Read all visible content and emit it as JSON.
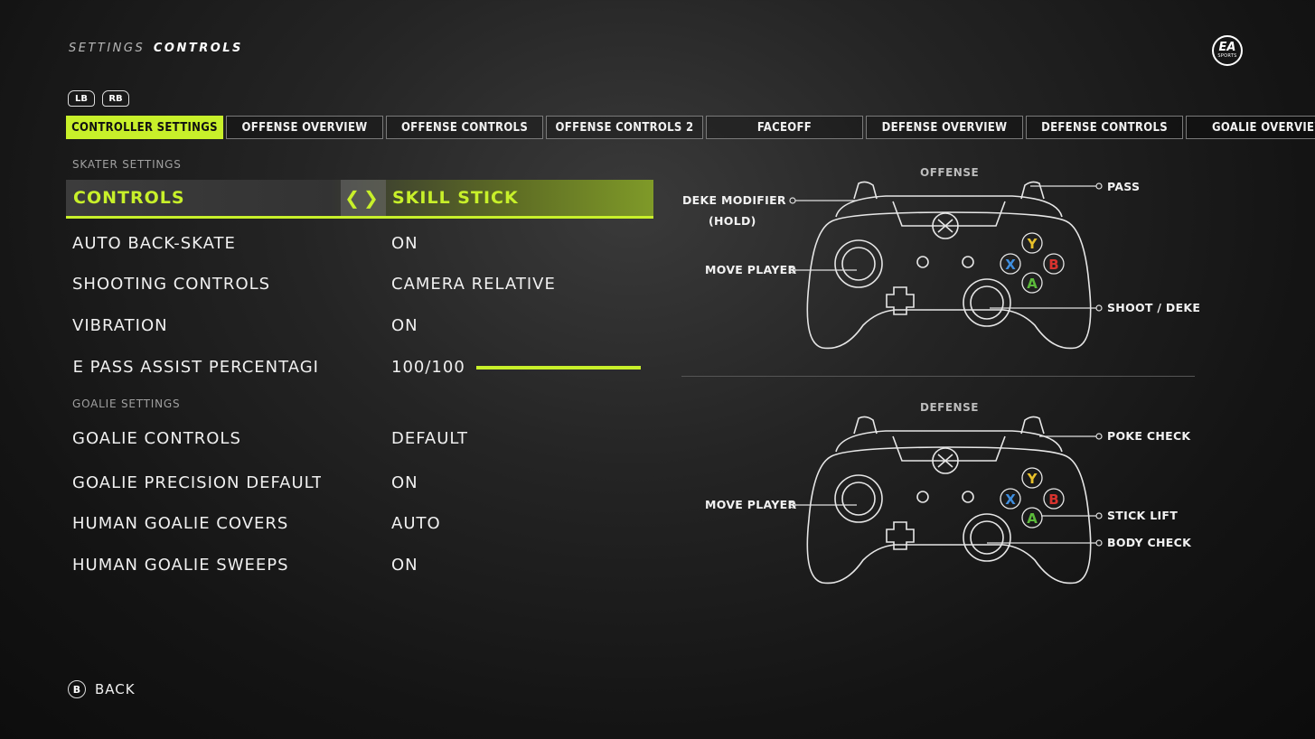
{
  "breadcrumb": {
    "section": "SETTINGS",
    "page": "CONTROLS"
  },
  "logo": {
    "main": "EA",
    "sub": "SPORTS"
  },
  "bumpers": {
    "left": "LB",
    "right": "RB"
  },
  "tabs": [
    {
      "label": "CONTROLLER SETTINGS",
      "active": true
    },
    {
      "label": "OFFENSE OVERVIEW",
      "active": false
    },
    {
      "label": "OFFENSE CONTROLS",
      "active": false
    },
    {
      "label": "OFFENSE CONTROLS 2",
      "active": false
    },
    {
      "label": "FACEOFF",
      "active": false
    },
    {
      "label": "DEFENSE OVERVIEW",
      "active": false
    },
    {
      "label": "DEFENSE CONTROLS",
      "active": false
    },
    {
      "label": "GOALIE OVERVIEW",
      "active": false
    }
  ],
  "skater_section": "SKATER SETTINGS",
  "skater_settings": [
    {
      "label": "CONTROLS",
      "value": "SKILL STICK"
    },
    {
      "label": "AUTO BACK-SKATE",
      "value": "ON"
    },
    {
      "label": "SHOOTING CONTROLS",
      "value": "CAMERA RELATIVE"
    },
    {
      "label": "VIBRATION",
      "value": "ON"
    },
    {
      "label": "NE PASS ASSIST PERCENTAGI",
      "value": "100/100",
      "level": 1.0
    }
  ],
  "goalie_section": "GOALIE SETTINGS",
  "goalie_settings": [
    {
      "label": "GOALIE CONTROLS",
      "value": "DEFAULT"
    },
    {
      "label": "GOALIE PRECISION DEFAULT",
      "value": "ON"
    },
    {
      "label": "HUMAN GOALIE COVERS",
      "value": "AUTO"
    },
    {
      "label": "HUMAN GOALIE SWEEPS",
      "value": "ON"
    }
  ],
  "offense_diagram": {
    "title": "OFFENSE",
    "labels": {
      "deke_modifier": "DEKE MODIFIER",
      "deke_hold": "(HOLD)",
      "pass": "PASS",
      "move_player": "MOVE PLAYER",
      "shoot_deke": "SHOOT / DEKE"
    }
  },
  "defense_diagram": {
    "title": "DEFENSE",
    "labels": {
      "poke_check": "POKE CHECK",
      "move_player": "MOVE PLAYER",
      "stick_lift": "STICK LIFT",
      "body_check": "BODY CHECK"
    }
  },
  "face_buttons": {
    "y": "Y",
    "x": "X",
    "b": "B",
    "a": "A"
  },
  "colors": {
    "accent": "#c8f02a",
    "y": "#e8c12a",
    "x": "#3f8fe0",
    "b": "#d8332e",
    "a": "#5cbb3b"
  },
  "back": {
    "button": "B",
    "label": "BACK"
  }
}
